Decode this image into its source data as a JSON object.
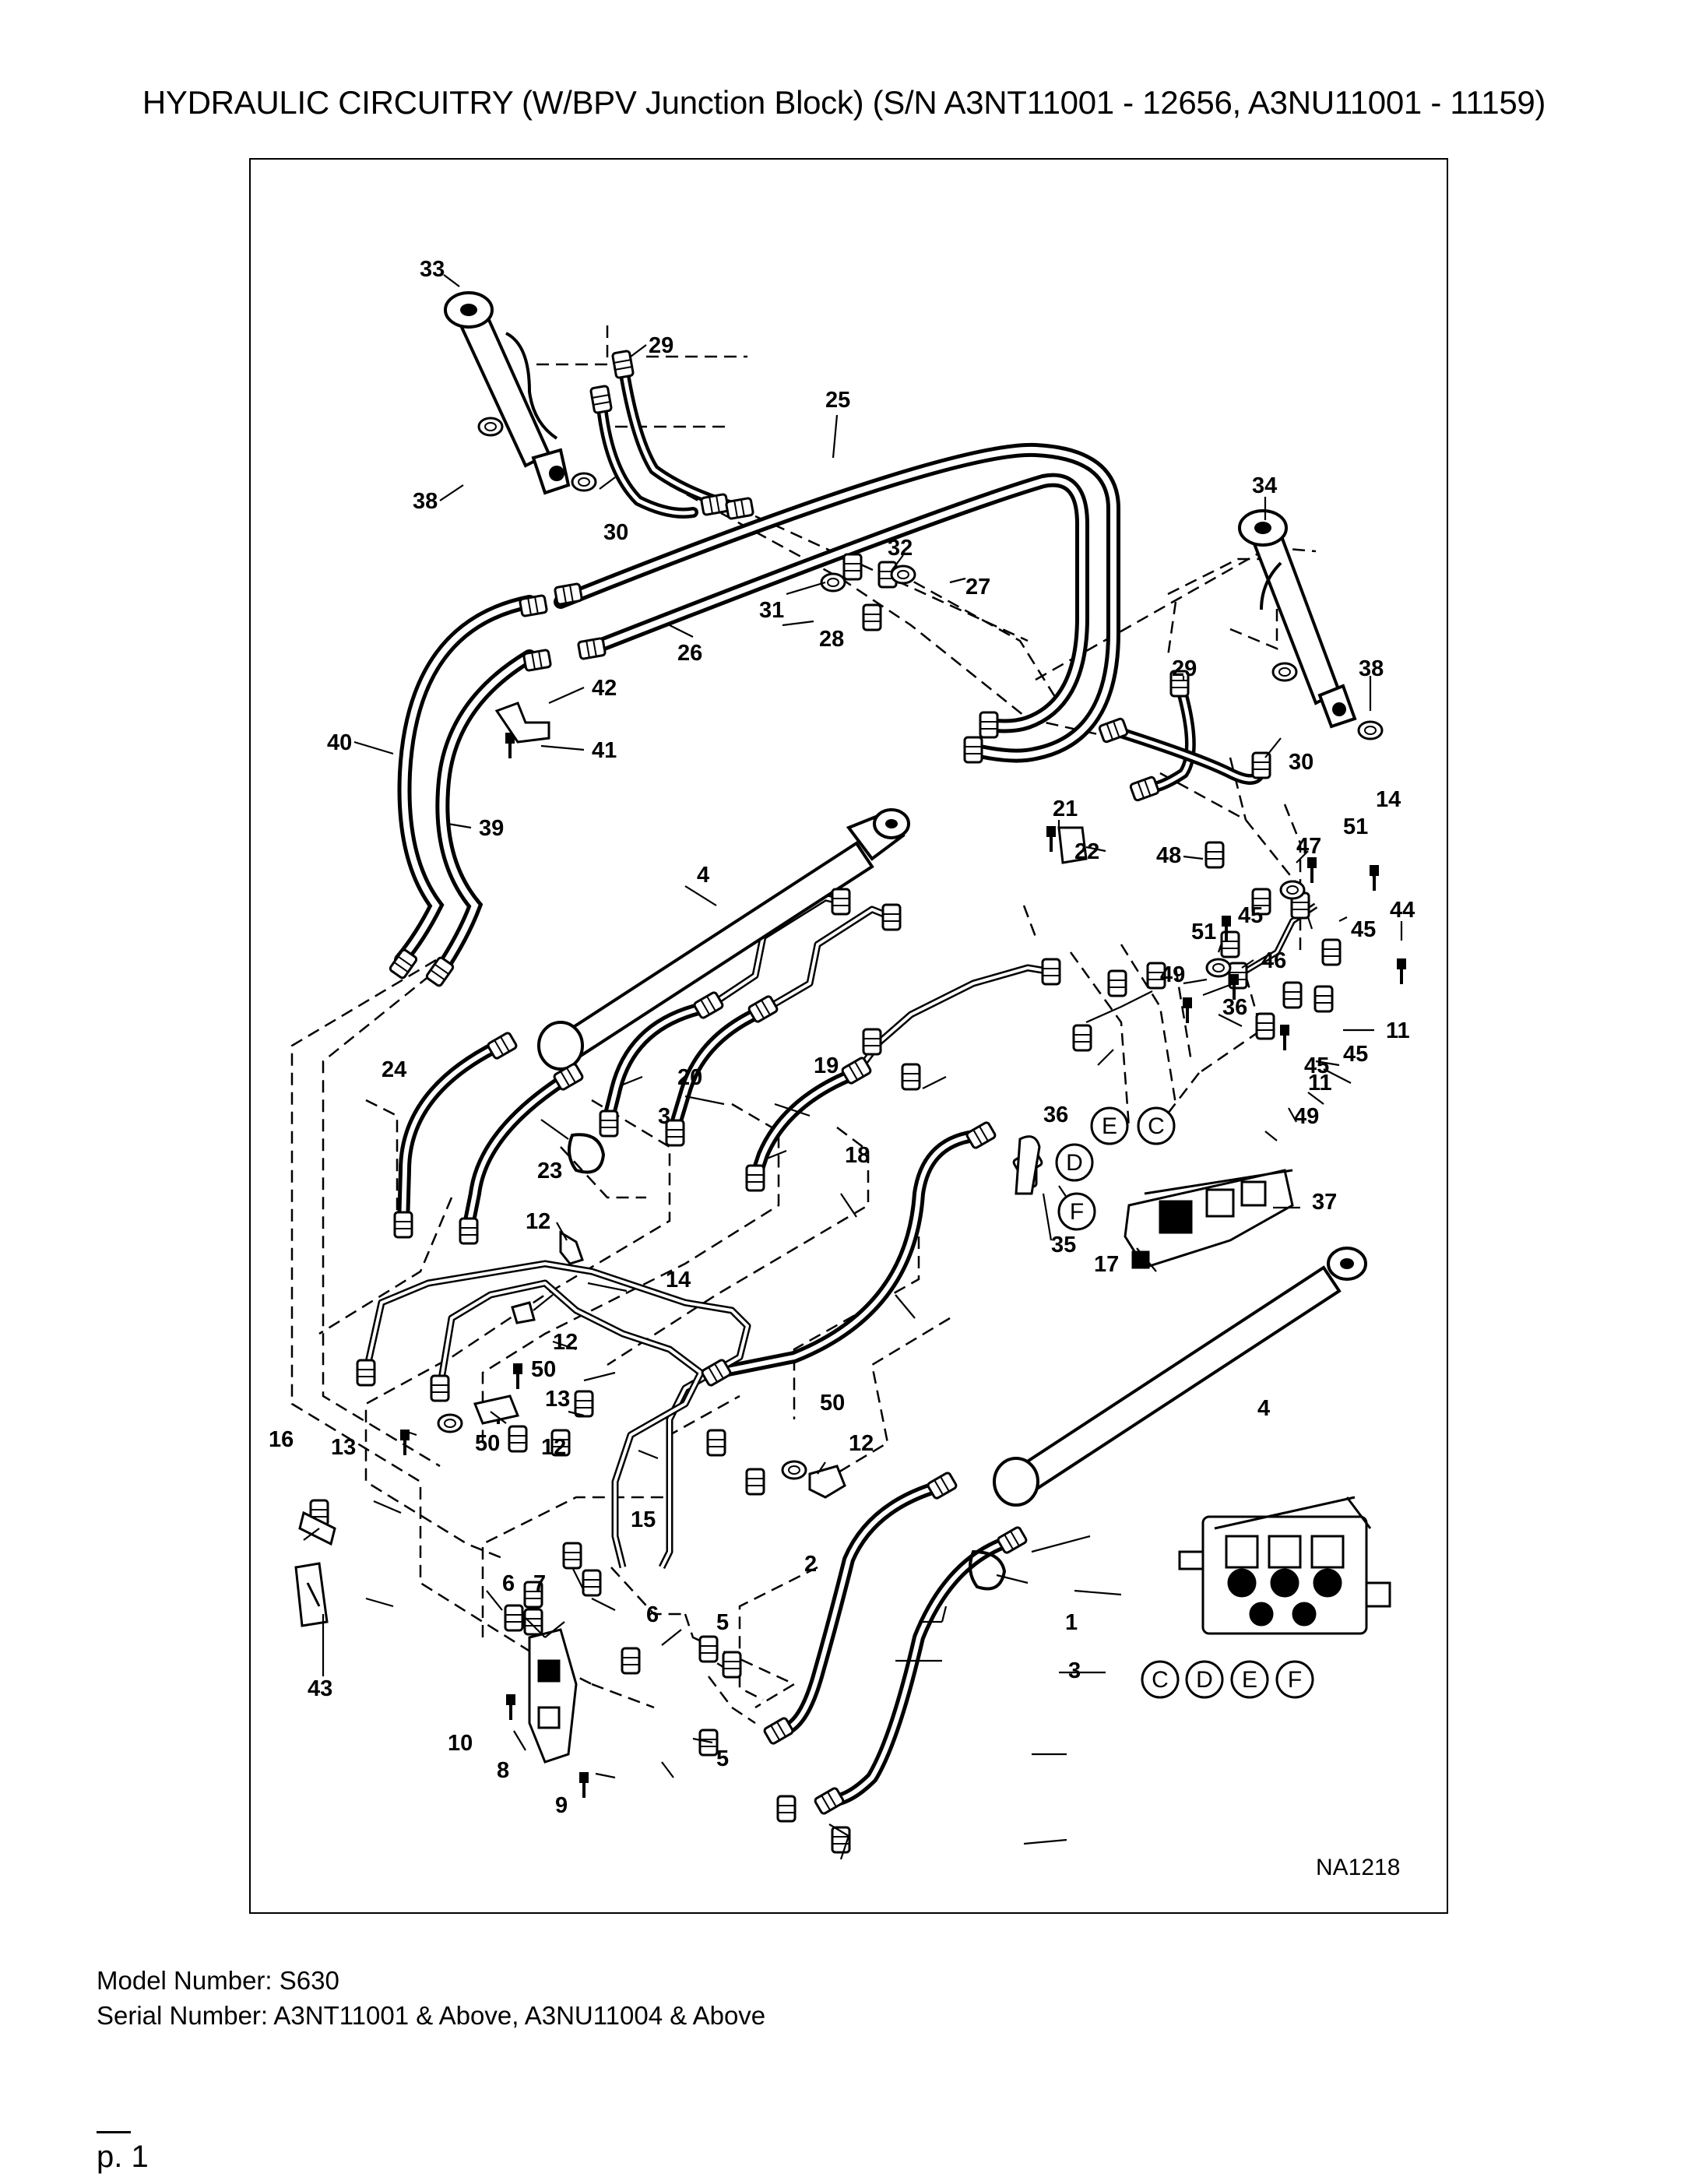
{
  "title": "HYDRAULIC CIRCUITRY (W/BPV Junction Block) (S/N A3NT11001 - 12656, A3NU11001 - 11159)",
  "diagram": {
    "drawing_code": "NA1218",
    "callouts": [
      "1",
      "2",
      "3",
      "4",
      "5",
      "6",
      "7",
      "8",
      "9",
      "10",
      "11",
      "12",
      "13",
      "14",
      "15",
      "16",
      "17",
      "18",
      "19",
      "20",
      "21",
      "22",
      "23",
      "24",
      "25",
      "26",
      "27",
      "28",
      "29",
      "30",
      "31",
      "32",
      "33",
      "34",
      "35",
      "36",
      "37",
      "38",
      "39",
      "40",
      "41",
      "42",
      "43",
      "44",
      "45",
      "46",
      "47",
      "48",
      "49",
      "50",
      "51"
    ],
    "port_labels": [
      "C",
      "D",
      "E",
      "F"
    ]
  },
  "footer": {
    "model": "Model Number: S630",
    "serial": "Serial Number: A3NT11001 & Above, A3NU11004 & Above"
  },
  "page_number": "p. 1"
}
